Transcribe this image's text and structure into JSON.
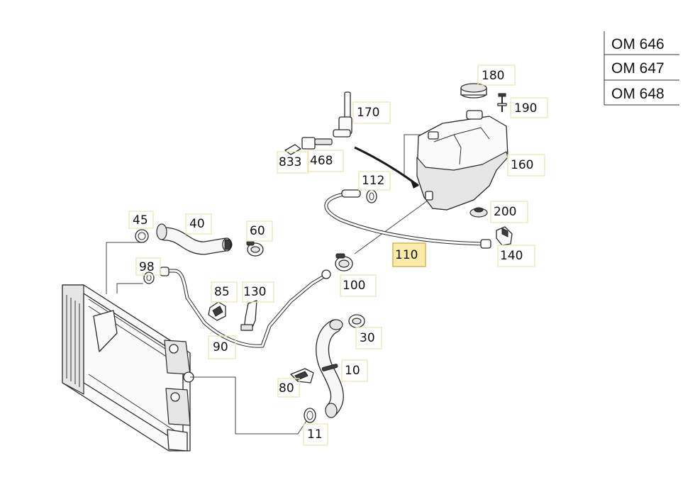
{
  "engine_codes": [
    "OM 646",
    "OM 647",
    "OM 648"
  ],
  "part_labels": {
    "p180": "180",
    "p190": "190",
    "p170": "170",
    "p160": "160",
    "p833": "833",
    "p468": "468",
    "p112": "112",
    "p200": "200",
    "p45": "45",
    "p40": "40",
    "p60": "60",
    "p110": "110",
    "p140": "140",
    "p98": "98",
    "p100": "100",
    "p85": "85",
    "p130": "130",
    "p30": "30",
    "p90": "90",
    "p10": "10",
    "p80": "80",
    "p11": "11"
  },
  "highlighted_part": "110",
  "colors": {
    "highlight_fill": "#fbeba9",
    "highlight_border": "#d8b04a",
    "label_box": "#ece7b4",
    "line_art": "#2a2a2a"
  }
}
